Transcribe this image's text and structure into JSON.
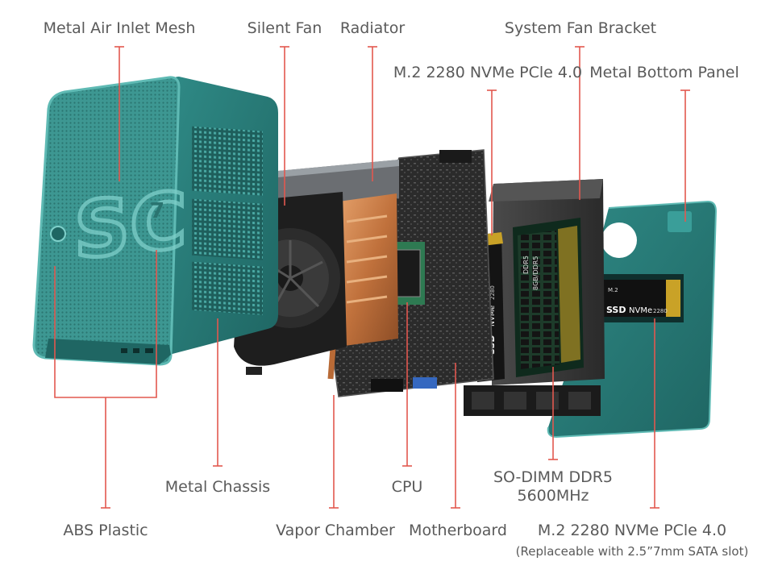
{
  "labels": {
    "metal_air_inlet_mesh": "Metal Air Inlet Mesh",
    "silent_fan": "Silent Fan",
    "radiator": "Radiator",
    "system_fan_bracket": "System Fan Bracket",
    "m2_top": "M.2 2280 NVMe PCle 4.0",
    "metal_bottom_panel": "Metal Bottom Panel",
    "metal_chassis": "Metal Chassis",
    "cpu": "CPU",
    "so_dimm_line1": "SO-DIMM DDR5",
    "so_dimm_line2": "5600MHz",
    "abs_plastic": "ABS Plastic",
    "vapor_chamber": "Vapor Chamber",
    "motherboard": "Motherboard",
    "m2_bottom": "M.2 2280 NVMe PCle 4.0",
    "m2_bottom_note": "(Replaceable with 2.5”7mm SATA slot)"
  },
  "device_marks": {
    "chassis_logo": "SC",
    "chassis_number": "7",
    "ssd_left": "SSD",
    "nvme_left": "NVMe",
    "size_left": "2280",
    "ssd_right": "SSD",
    "nvme_right": "NVMe",
    "size_right": "2280",
    "m2_small": "M.2",
    "ram_brand": "DDR5",
    "ram_model": "8GB/DDR5"
  },
  "colors": {
    "leader_line": "#e2584f",
    "label_text": "#5a5a5a",
    "teal": "#2f8a86",
    "teal_dark": "#1f6663",
    "teal_light": "#4fb0ab",
    "copper": "#c8763f",
    "pcb": "#2c2c2c",
    "bracket": "#3a3a3a"
  }
}
